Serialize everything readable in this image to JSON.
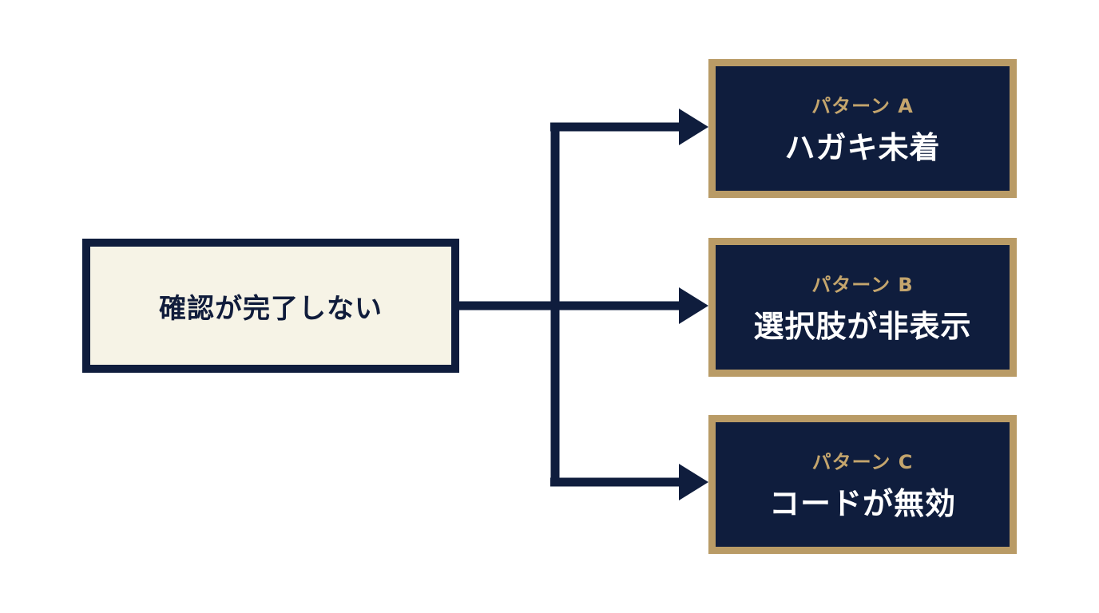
{
  "source": {
    "label": "確認が完了しない"
  },
  "patterns": [
    {
      "tag": "パターン A",
      "text": "ハガキ未着"
    },
    {
      "tag": "パターン B",
      "text": "選択肢が非表示"
    },
    {
      "tag": "パターン C",
      "text": "コードが無効"
    }
  ],
  "colors": {
    "navy": "#0f1d3d",
    "gold": "#b99b66",
    "cream": "#f6f3e6",
    "white": "#ffffff"
  }
}
